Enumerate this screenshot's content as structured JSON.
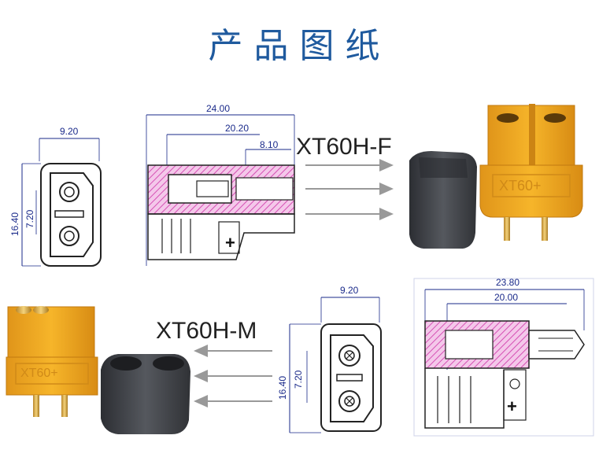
{
  "title": "产品图纸",
  "female": {
    "model": "XT60H-F",
    "front_view": {
      "width": "9.20",
      "height": "16.40",
      "pitch": "7.20"
    },
    "side_view": {
      "total_length": "24.00",
      "body_length": "20.20",
      "pin_length": "8.10"
    },
    "plus_mark": "+",
    "housing_text": "XT60+"
  },
  "male": {
    "model": "XT60H-M",
    "front_view": {
      "width": "9.20",
      "height": "16.40",
      "pitch": "7.20"
    },
    "side_view": {
      "total_length": "23.80",
      "body_length": "20.00"
    },
    "plus_mark": "+",
    "housing_text": "XT60+"
  },
  "colors": {
    "title": "#1f5a9e",
    "dimension": "#1a2a8a",
    "hatch": "#d64fb4",
    "housing": "#f0a81a",
    "cover": "#3d3f44"
  }
}
